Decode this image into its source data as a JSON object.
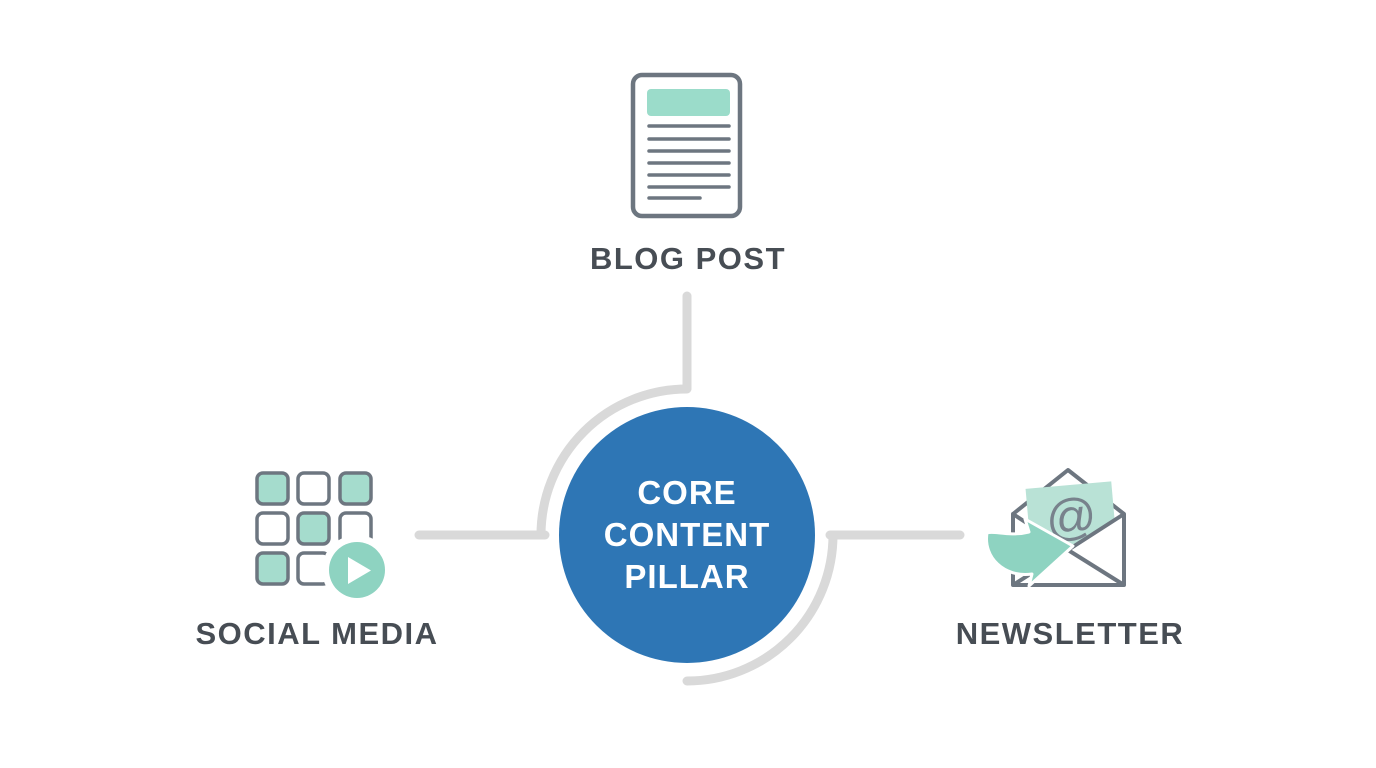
{
  "pillar": {
    "lines": [
      "CORE",
      "CONTENT",
      "PILLAR"
    ],
    "fill": "#2e76b5",
    "text_color": "#ffffff"
  },
  "nodes": {
    "blog": {
      "label": "BLOG POST",
      "icon": "blog-document-icon"
    },
    "social": {
      "label": "SOCIAL MEDIA",
      "icon": "social-grid-play-icon"
    },
    "newsletter": {
      "label": "NEWSLETTER",
      "icon": "newsletter-envelope-icon",
      "at_symbol": "@"
    }
  },
  "colors": {
    "connector_gray": "#d9d9d9",
    "icon_stroke": "#6d7680",
    "teal_light": "#a5dccd",
    "teal_header": "#9bdcca",
    "teal_strong": "#8ed3c1",
    "letter_teal": "#b9e2d6",
    "label_text": "#474d54",
    "pillar_blue": "#2e76b5"
  }
}
